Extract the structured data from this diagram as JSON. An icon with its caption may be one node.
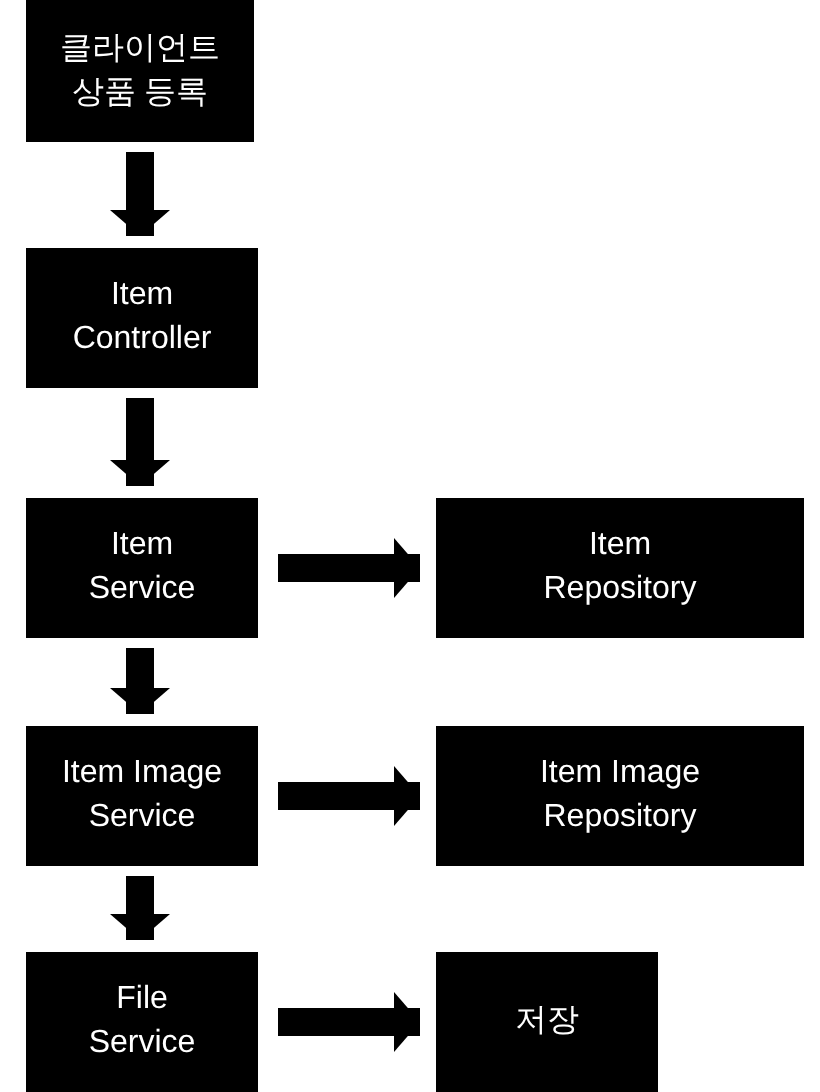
{
  "diagram": {
    "nodes": [
      {
        "text": [
          "클라이언트 상품 등록"
        ]
      },
      {
        "text": [
          "Item Controller"
        ]
      },
      {
        "text": [
          "Item Service"
        ]
      },
      {
        "text": [
          "Item Repository"
        ]
      },
      {
        "text": [
          "Item Image Service"
        ]
      },
      {
        "text": [
          "Item Image Repository"
        ]
      },
      {
        "text": [
          "File Service"
        ]
      },
      {
        "text": [
          "저장"
        ]
      }
    ],
    "edges": [
      {
        "from": 0,
        "to": 1,
        "arrow": "to"
      },
      {
        "from": 1,
        "to": 2,
        "arrow": "to"
      },
      {
        "from": 2,
        "to": 3,
        "arrow": "to"
      },
      {
        "from": 2,
        "to": 4,
        "arrow": "to"
      },
      {
        "from": 4,
        "to": 5,
        "arrow": "to"
      },
      {
        "from": 4,
        "to": 6,
        "arrow": "to"
      },
      {
        "from": 6,
        "to": 7,
        "arrow": "to"
      }
    ]
  }
}
